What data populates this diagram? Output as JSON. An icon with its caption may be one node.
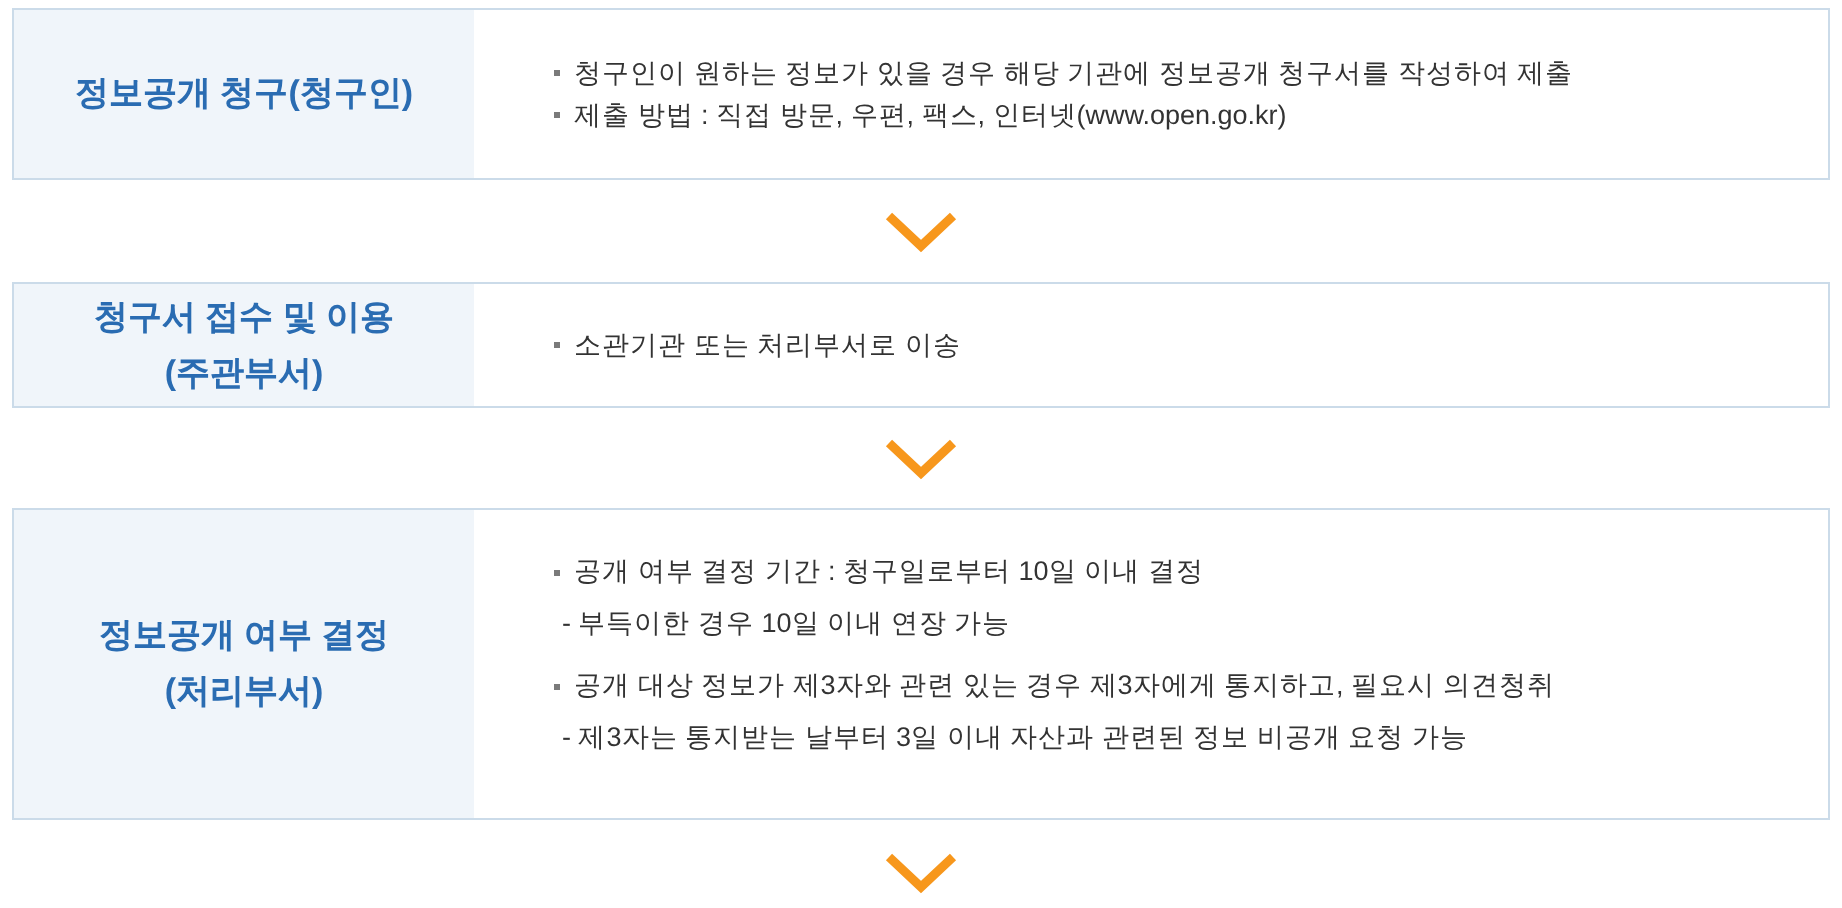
{
  "diagram": {
    "nodes": [
      {
        "text": [
          "정보공개 청구(청구인)",
          "청구인이 원하는 정보가 있을 경우 해당 기관에 정보공개 청구서를 작성하여 제출",
          "제출 방법 : 직접 방문, 우편, 팩스, 인터넷(www.open.go.kr)"
        ]
      },
      {
        "text": [
          "청구서 접수 및 이용 (주관부서)",
          "소관기관 또는 처리부서로 이송"
        ]
      },
      {
        "text": [
          "정보공개 여부 결정 (처리부서)",
          "공개 여부 결정 기간 : 청구일로부터 10일 이내 결정",
          "- 부득이한 경우 10일 이내 연장 가능",
          "공개 대상 정보가 제3자와 관련 있는 경우 제3자에게 통지하고, 필요시 의견청취",
          "- 제3자는 통지받는 날부터 3일 이내 자산과 관련된 정보 비공개 요청 가능"
        ]
      }
    ],
    "edges": [
      {
        "from": 0,
        "to": 1,
        "arrow": "to"
      },
      {
        "from": 1,
        "to": 2,
        "arrow": "to"
      },
      {
        "from": 2,
        "to": null,
        "arrow": "to"
      }
    ]
  }
}
